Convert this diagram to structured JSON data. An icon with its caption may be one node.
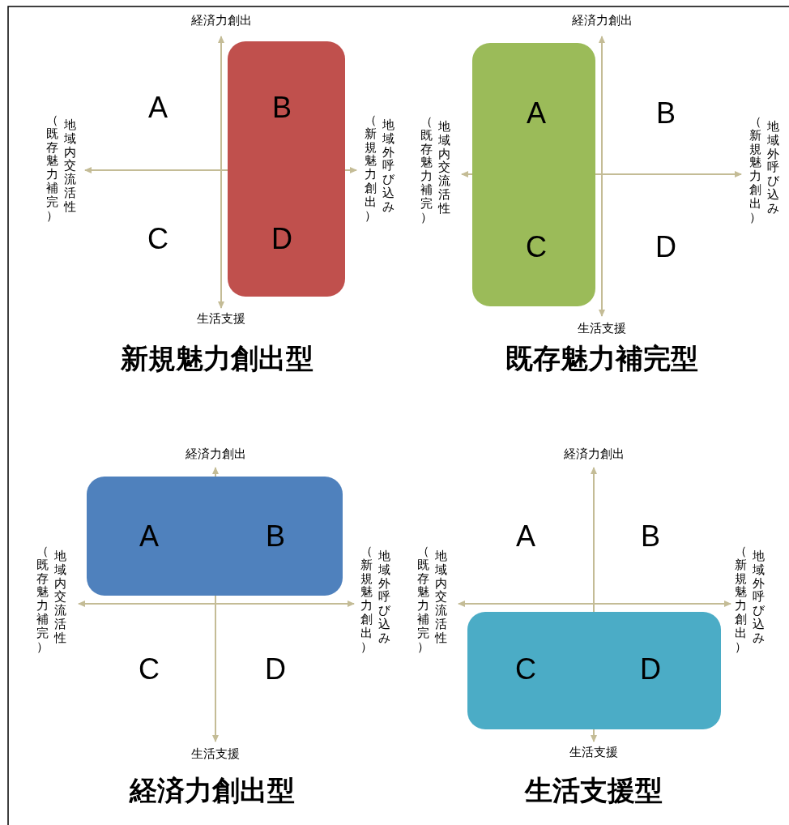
{
  "diagram": {
    "nodes": [
      {
        "text": [
          "B",
          "D"
        ]
      },
      {
        "text": [
          "A",
          "C"
        ]
      },
      {
        "text": [
          "A",
          "B"
        ]
      },
      {
        "text": [
          "C",
          "D"
        ]
      }
    ],
    "labels": [
      "経済力創出",
      "A",
      "C",
      "地域内交流活性",
      "（既存魅力補完）",
      "地域外呼び込み",
      "（新規魅力創出）",
      "生活支援",
      "新規魅力創出型",
      "経済力創出",
      "B",
      "D",
      "地域内交流活性",
      "（既存魅力補完）",
      "地域外呼び込み",
      "（新規魅力創出）",
      "生活支援",
      "既存魅力補完型",
      "経済力創出",
      "地域内交流活性",
      "（既存魅力補完）",
      "地域外呼び込み",
      "（新規魅力創出）",
      "C",
      "D",
      "生活支援",
      "経済力創出型",
      "経済力創出",
      "A",
      "B",
      "地域内交流活性",
      "（既存魅力補完）",
      "地域外呼び込み",
      "（新規魅力創出）",
      "生活支援",
      "生活支援型"
    ]
  }
}
